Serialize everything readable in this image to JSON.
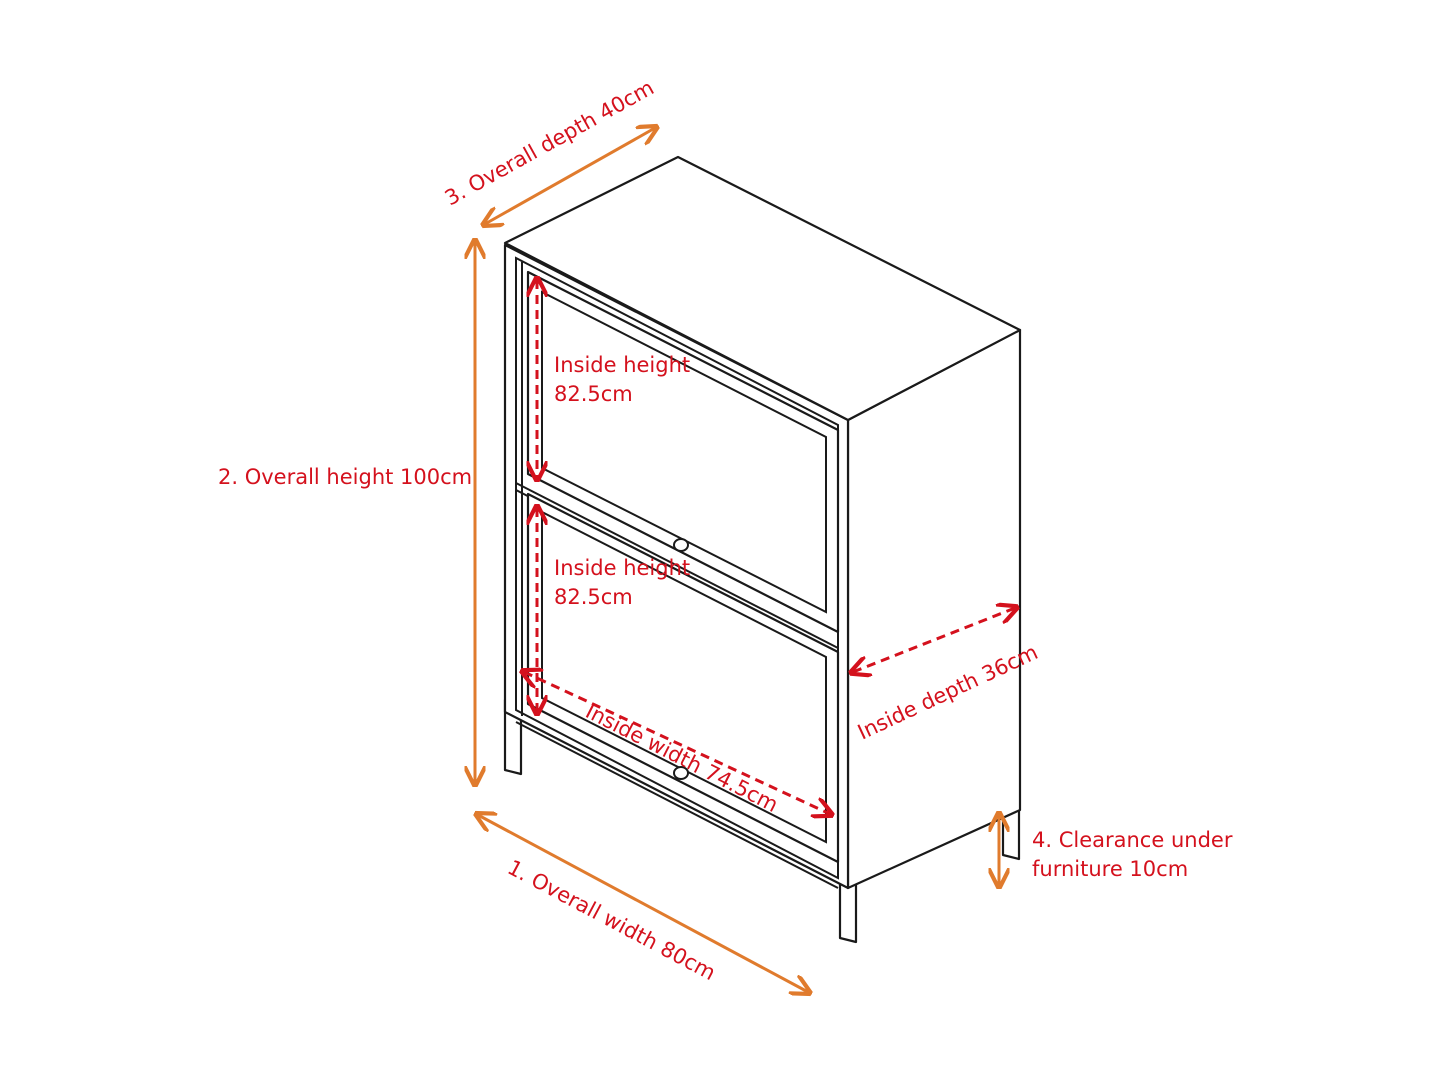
{
  "colors": {
    "dimension_arrow": "#e07b2d",
    "inner_dimension": "#d4111d",
    "label_text": "#d4111d",
    "outline": "#1a1a1a"
  },
  "labels": {
    "overall_depth": "3. Overall depth 40cm",
    "overall_height": "2.  Overall height 100cm",
    "inside_height_upper_line1": "Inside height",
    "inside_height_upper_line2": "82.5cm",
    "inside_height_lower_line1": "Inside height",
    "inside_height_lower_line2": "82.5cm",
    "inside_depth": "Inside depth 36cm",
    "inside_width": "Inside width 74.5cm",
    "clearance_line1": "4. Clearance under",
    "clearance_line2": "furniture 10cm",
    "overall_width": "1.  Overall width 80cm"
  }
}
